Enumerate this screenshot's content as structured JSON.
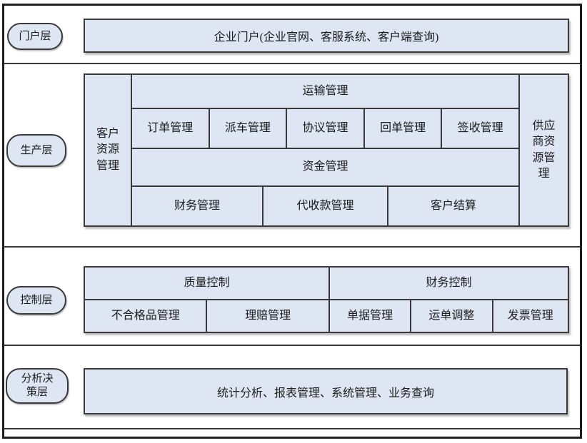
{
  "layers": {
    "portal": {
      "label": "门户层",
      "box": "企业门户(企业官网、客服系统、客户端查询)"
    },
    "production": {
      "label": "生产层",
      "customer_col": "客户资源管理",
      "supplier_col": "供应商资源管理",
      "transport_header": "运输管理",
      "transport_items": [
        "订单管理",
        "派车管理",
        "协议管理",
        "回单管理",
        "签收管理"
      ],
      "funds_header": "资金管理",
      "funds_items": [
        "财务管理",
        "代收款管理",
        "客户结算"
      ]
    },
    "control": {
      "label": "控制层",
      "quality_header": "质量控制",
      "finance_header": "财务控制",
      "quality_items": [
        "不合格品管理",
        "理赔管理"
      ],
      "finance_items": [
        "单据管理",
        "运单调整",
        "发票管理"
      ]
    },
    "analysis": {
      "label": "分析决策层",
      "box": "统计分析、报表管理、系统管理、业务查询"
    }
  },
  "colors": {
    "cell_fill": "#dde6f2",
    "line": "#3a3a3a",
    "frame": "#1e1e1e"
  }
}
